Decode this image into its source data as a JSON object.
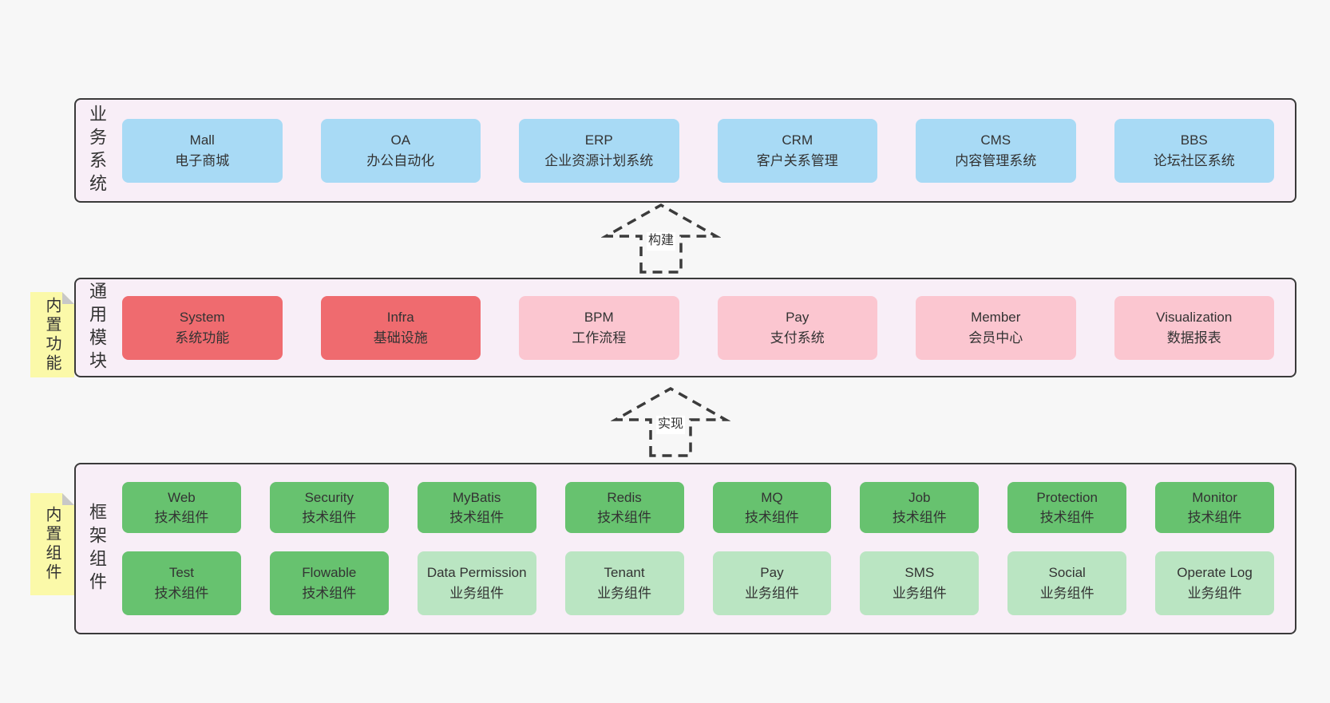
{
  "colors": {
    "page_background": "#f7f7f7",
    "panel_background": "#f8eef7",
    "panel_border": "#3a3a3a",
    "blue_box": "#a8daf5",
    "red_box": "#ef6b6f",
    "pink_box": "#fbc6d0",
    "green_box": "#67c26f",
    "light_green_box": "#bae5c2",
    "sticky_note": "#fbf9a9",
    "note_fold": "#c8c8c8",
    "text": "#333333"
  },
  "arrows": [
    {
      "label": "构建"
    },
    {
      "label": "实现"
    }
  ],
  "sections": [
    {
      "id": "business-systems",
      "label": "业务系统",
      "note": null,
      "rows": [
        [
          {
            "title": "Mall",
            "subtitle": "电子商城",
            "variant": "blue"
          },
          {
            "title": "OA",
            "subtitle": "办公自动化",
            "variant": "blue"
          },
          {
            "title": "ERP",
            "subtitle": "企业资源计划系统",
            "variant": "blue"
          },
          {
            "title": "CRM",
            "subtitle": "客户关系管理",
            "variant": "blue"
          },
          {
            "title": "CMS",
            "subtitle": "内容管理系统",
            "variant": "blue"
          },
          {
            "title": "BBS",
            "subtitle": "论坛社区系统",
            "variant": "blue"
          }
        ]
      ]
    },
    {
      "id": "common-modules",
      "label": "通用模块",
      "note": "内置功能",
      "rows": [
        [
          {
            "title": "System",
            "subtitle": "系统功能",
            "variant": "red"
          },
          {
            "title": "Infra",
            "subtitle": "基础设施",
            "variant": "red"
          },
          {
            "title": "BPM",
            "subtitle": "工作流程",
            "variant": "pink"
          },
          {
            "title": "Pay",
            "subtitle": "支付系统",
            "variant": "pink"
          },
          {
            "title": "Member",
            "subtitle": "会员中心",
            "variant": "pink"
          },
          {
            "title": "Visualization",
            "subtitle": "数据报表",
            "variant": "pink"
          }
        ]
      ]
    },
    {
      "id": "framework-components",
      "label": "框架组件",
      "note": "内置组件",
      "rows": [
        [
          {
            "title": "Web",
            "subtitle": "技术组件",
            "variant": "green"
          },
          {
            "title": "Security",
            "subtitle": "技术组件",
            "variant": "green"
          },
          {
            "title": "MyBatis",
            "subtitle": "技术组件",
            "variant": "green"
          },
          {
            "title": "Redis",
            "subtitle": "技术组件",
            "variant": "green"
          },
          {
            "title": "MQ",
            "subtitle": "技术组件",
            "variant": "green"
          },
          {
            "title": "Job",
            "subtitle": "技术组件",
            "variant": "green"
          },
          {
            "title": "Protection",
            "subtitle": "技术组件",
            "variant": "green"
          },
          {
            "title": "Monitor",
            "subtitle": "技术组件",
            "variant": "green"
          }
        ],
        [
          {
            "title": "Test",
            "subtitle": "技术组件",
            "variant": "green"
          },
          {
            "title": "Flowable",
            "subtitle": "技术组件",
            "variant": "green"
          },
          {
            "title": "Data Permission",
            "subtitle": "业务组件",
            "variant": "lightgreen"
          },
          {
            "title": "Tenant",
            "subtitle": "业务组件",
            "variant": "lightgreen"
          },
          {
            "title": "Pay",
            "subtitle": "业务组件",
            "variant": "lightgreen"
          },
          {
            "title": "SMS",
            "subtitle": "业务组件",
            "variant": "lightgreen"
          },
          {
            "title": "Social",
            "subtitle": "业务组件",
            "variant": "lightgreen"
          },
          {
            "title": "Operate Log",
            "subtitle": "业务组件",
            "variant": "lightgreen"
          }
        ]
      ]
    }
  ]
}
